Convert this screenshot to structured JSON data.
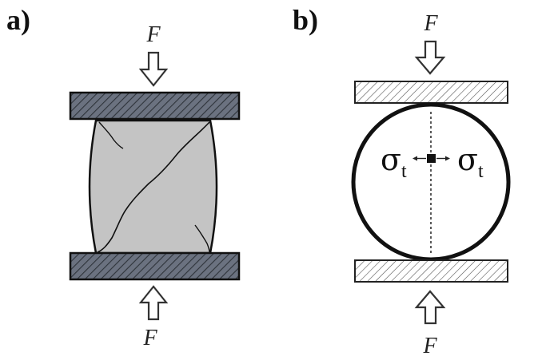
{
  "panels": [
    {
      "label": "a)"
    },
    {
      "label": "b)"
    }
  ],
  "force_symbol": "F",
  "stress_symbol": "σ",
  "stress_subscript": "t"
}
